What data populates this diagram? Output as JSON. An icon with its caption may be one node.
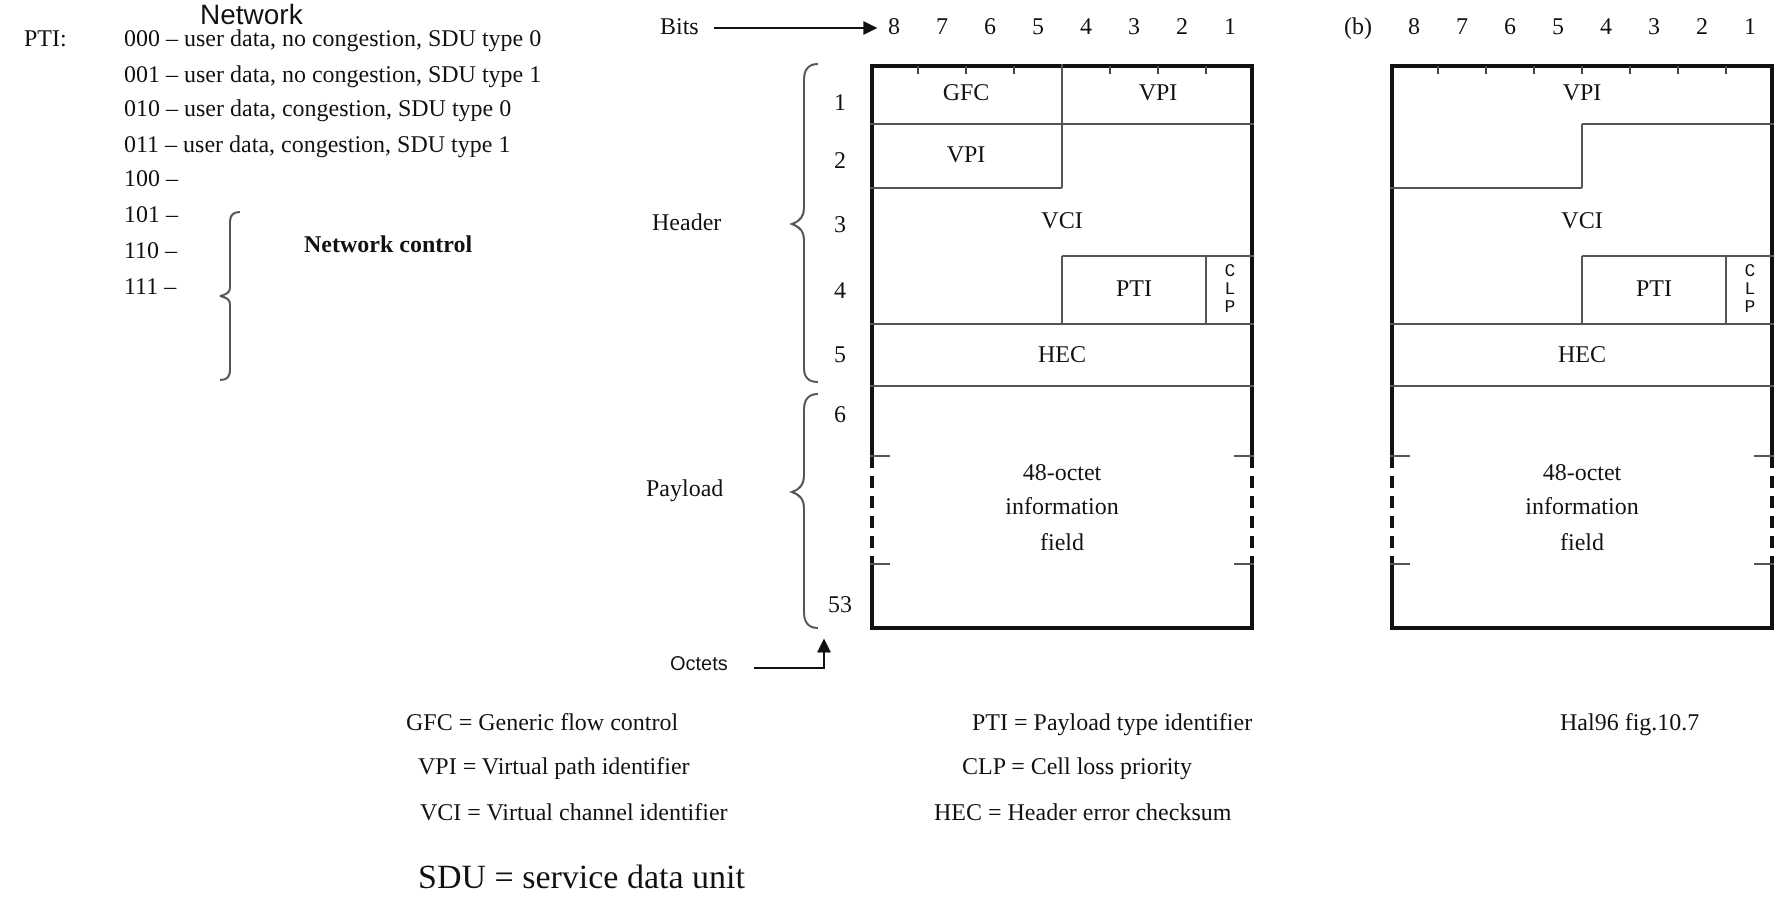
{
  "diagram": {
    "nodes": [
      {
        "text": [
          "Bits"
        ]
      },
      {
        "text": [
          "Octets"
        ]
      },
      {
        "text": [],
        "shape": "box"
      },
      {
        "text": [
          "GFC"
        ],
        "in": 2
      },
      {
        "text": [
          "VPI"
        ],
        "in": 2
      },
      {
        "text": [
          "VPI"
        ],
        "in": 2
      },
      {
        "text": [
          "VCI"
        ],
        "in": 2
      },
      {
        "text": [
          "PTI"
        ],
        "in": 2
      },
      {
        "text": [
          "CLP"
        ],
        "in": 2
      },
      {
        "text": [
          "HEC"
        ],
        "in": 2
      },
      {
        "text": [
          "48-octet information field"
        ],
        "in": 2
      },
      {
        "text": [],
        "shape": "box"
      },
      {
        "text": [
          "VPI"
        ],
        "in": 11
      },
      {
        "text": [
          "VCI"
        ],
        "in": 11
      },
      {
        "text": [
          "PTI"
        ],
        "in": 11
      },
      {
        "text": [
          "CLP"
        ],
        "in": 11
      },
      {
        "text": [
          "HEC"
        ],
        "in": 11
      },
      {
        "text": [
          "48-octet information field"
        ],
        "in": 11
      }
    ],
    "edges": [
      {
        "from": 0,
        "to": 2,
        "arrow": "to"
      },
      {
        "from": 1,
        "to": 2,
        "arrow": "to"
      }
    ],
    "labels": [
      "Network",
      "PTI:",
      "000 – user data, no congestion, SDU type 0",
      "001 – user data, no congestion, SDU type 1",
      "010 – user data, congestion, SDU type 0",
      "011 – user data, congestion, SDU type 1",
      "100 –",
      "101 –",
      "110 –",
      "111 –",
      "Network control",
      "8",
      "7",
      "6",
      "5",
      "4",
      "3",
      "2",
      "1",
      "(b)",
      "8",
      "7",
      "6",
      "5",
      "4",
      "3",
      "2",
      "1",
      "1",
      "2",
      "3",
      "4",
      "5",
      "6",
      "53",
      "Header",
      "Payload",
      "GFC = Generic flow control",
      "PTI = Payload type identifier",
      "Hal96 fig.10.7",
      "VPI = Virtual path identifier",
      "CLP = Cell loss priority",
      "VCI = Virtual channel identifier",
      "HEC = Header error checksum",
      "SDU = service data unit"
    ]
  }
}
